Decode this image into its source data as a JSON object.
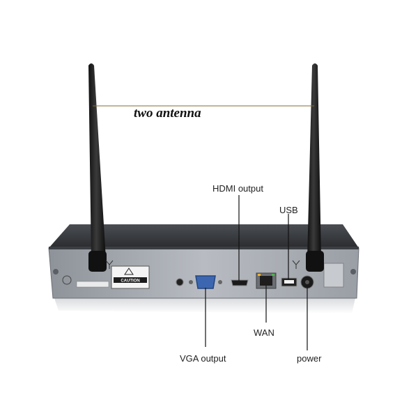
{
  "title": "two antenna",
  "callouts": {
    "hdmi": "HDMI output",
    "usb": "USB",
    "wan": "WAN",
    "vga": "VGA output",
    "power": "power"
  },
  "panel_text": {
    "caution": "CAUTION"
  }
}
